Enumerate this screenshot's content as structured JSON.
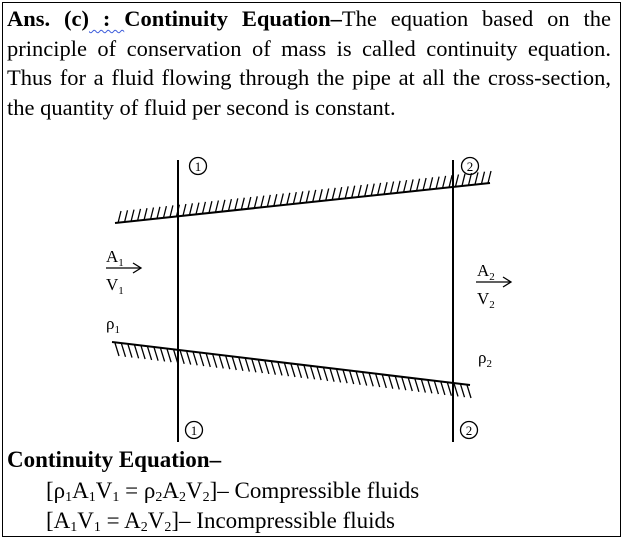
{
  "answer": {
    "label": "Ans. (c)",
    "separator": " : ",
    "term": "Continuity Equation",
    "dash": "–",
    "text": "The equation based on the principle of conservation of mass is called continuity equation. Thus for a fluid flowing through the pipe at all the cross-section, the quantity of fluid per second is constant."
  },
  "diagram": {
    "section_1": "1",
    "section_2": "2",
    "area_1": "A",
    "area_1_sub": "1",
    "velocity_1": "V",
    "velocity_1_sub": "1",
    "density_1": "ρ",
    "density_1_sub": "1",
    "area_2": "A",
    "area_2_sub": "2",
    "velocity_2": "V",
    "velocity_2_sub": "2",
    "density_2": "ρ",
    "density_2_sub": "2"
  },
  "continuity": {
    "heading": "Continuity Equation–",
    "compressible": {
      "open": "[",
      "rho1": "ρ",
      "s1": "1",
      "a1": "A",
      "s2": "1",
      "v1": "V",
      "s3": "1",
      "eq": " = ",
      "rho2": "ρ",
      "s4": "2",
      "a2": "A",
      "s5": "2",
      "v2": "V",
      "s6": "2",
      "close": "]",
      "label": "– Compressible fluids"
    },
    "incompressible": {
      "open": "[",
      "a1": "A",
      "s1": "1",
      "v1": "V",
      "s2": "1",
      "eq": " = ",
      "a2": "A",
      "s3": "2",
      "v2": "V",
      "s4": "2",
      "close": "]",
      "label": "– Incompressible fluids"
    }
  }
}
